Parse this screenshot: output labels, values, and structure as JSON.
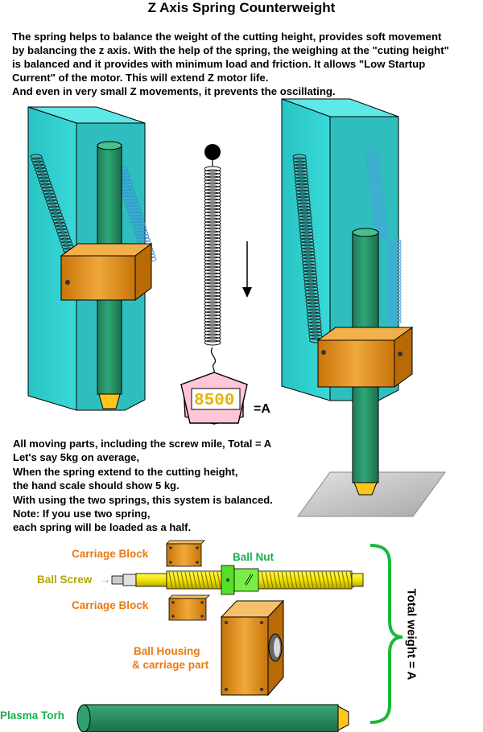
{
  "title": "Z Axis Spring Counterweight",
  "intro": [
    "The spring helps to balance the weight of the cutting height, provides soft movement",
    "by balancing the z axis. With the help of the spring, the weighing at the \"cuting height\"",
    "is balanced and it provides with minimum load and friction. It allows \"Low Startup",
    "Current\" of the motor. This will extend Z motor life.",
    "And even in very small Z movements, it prevents the oscillating."
  ],
  "scale_display": "8500",
  "scale_equals": "=A",
  "explanation": [
    "All moving parts, including the screw mile, Total  = A",
    "Let's say 5kg on average,",
    "When the spring extend to the cutting height,",
    "the hand scale should show 5 kg.",
    "With using the two springs, this system is balanced.",
    "Note: If you use two spring,",
    "each spring will be loaded as a half."
  ],
  "parts": {
    "carriage_block_1": "Carriage Block",
    "ball_nut": "Ball Nut",
    "ball_screw": "Ball Screw",
    "carriage_block_2": "Carriage Block",
    "ball_housing_1": "Ball Housing",
    "ball_housing_2": "& carriage part",
    "plasma_torch": "Plasma Torh"
  },
  "total_weight": "Total weight = A",
  "colors": {
    "cyan_block": "#33cccc",
    "orange_block": "#e0900e",
    "green_rod": "#2a9a6a",
    "screw_yellow": "#f2e600",
    "nut_green": "#66ee33",
    "label_orange": "#e87a10",
    "label_olive": "#b5a500",
    "label_green": "#18b04a"
  }
}
